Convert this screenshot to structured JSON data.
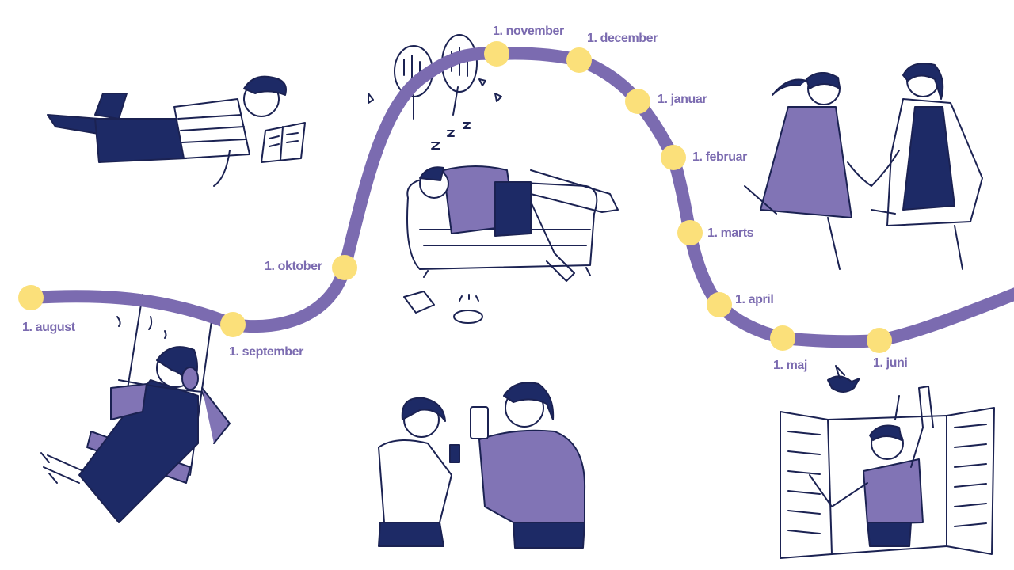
{
  "colors": {
    "path": "#7b6bb0",
    "dot": "#fbe07a",
    "label": "#7b6bb0",
    "ink": "#1b2252",
    "navy": "#1d2a66",
    "purple": "#8174b5"
  },
  "timeline": {
    "months": [
      {
        "label": "1. august"
      },
      {
        "label": "1. september"
      },
      {
        "label": "1. oktober"
      },
      {
        "label": "1. november"
      },
      {
        "label": "1. december"
      },
      {
        "label": "1. januar"
      },
      {
        "label": "1. februar"
      },
      {
        "label": "1. marts"
      },
      {
        "label": "1. april"
      },
      {
        "label": "1. maj"
      },
      {
        "label": "1. juni"
      }
    ]
  },
  "illustrations": [
    {
      "name": "person-reading-floating-icon"
    },
    {
      "name": "girl-on-swing-with-headphones-icon"
    },
    {
      "name": "person-sleeping-on-sofa-icon"
    },
    {
      "name": "two-trees-icon"
    },
    {
      "name": "couple-looking-at-phones-icon"
    },
    {
      "name": "two-girls-holding-hands-icon"
    },
    {
      "name": "person-waving-at-window-icon"
    },
    {
      "name": "bird-icon"
    }
  ]
}
